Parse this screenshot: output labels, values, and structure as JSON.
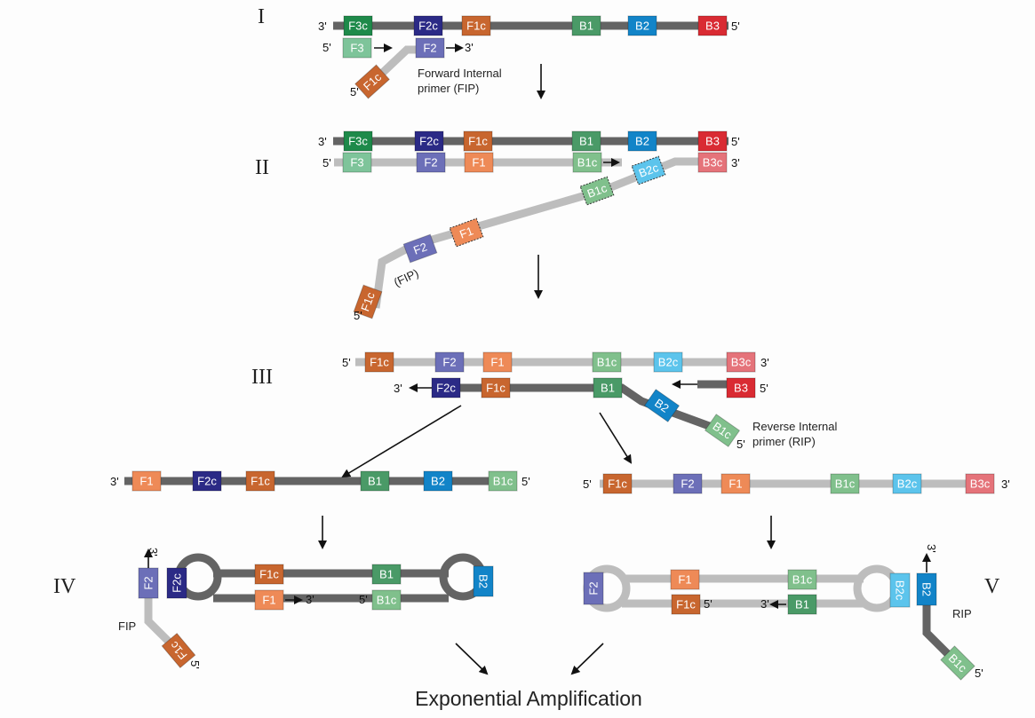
{
  "diagram": {
    "title": "LAMP amplification mechanism",
    "stage_labels": [
      "I",
      "II",
      "III",
      "IV",
      "V"
    ],
    "final_label": "Exponential Amplification",
    "annotations": {
      "fip_long_line1": "Forward Internal",
      "fip_long_line2": "primer (FIP)",
      "fip_paren": "(FIP)",
      "rip_long_line1": "Reverse Internal",
      "rip_long_line2": "primer (RIP)",
      "fip_short": "FIP",
      "rip_short": "RIP"
    },
    "end_labels": {
      "three_prime": "3'",
      "five_prime": "5'"
    },
    "colors": {
      "strand_dark": "#646464",
      "strand_light": "#bdbdbd",
      "F3c": "#1e8a4a",
      "F3": "#7ec49a",
      "F2c": "#2b2a86",
      "F2": "#6c6fb8",
      "F1c": "#c8662f",
      "F1": "#ee8a57",
      "B1": "#4a9a67",
      "B1c": "#80c08c",
      "B2": "#1284c8",
      "B2c": "#5cc4ec",
      "B3": "#d92b33",
      "B3c": "#e5737a"
    },
    "segments": {
      "F3c": "F3c",
      "F3": "F3",
      "F2c": "F2c",
      "F2": "F2",
      "F1c": "F1c",
      "F1": "F1",
      "B1": "B1",
      "B1c": "B1c",
      "B2": "B2",
      "B2c": "B2c",
      "B3": "B3",
      "B3c": "B3c"
    }
  }
}
